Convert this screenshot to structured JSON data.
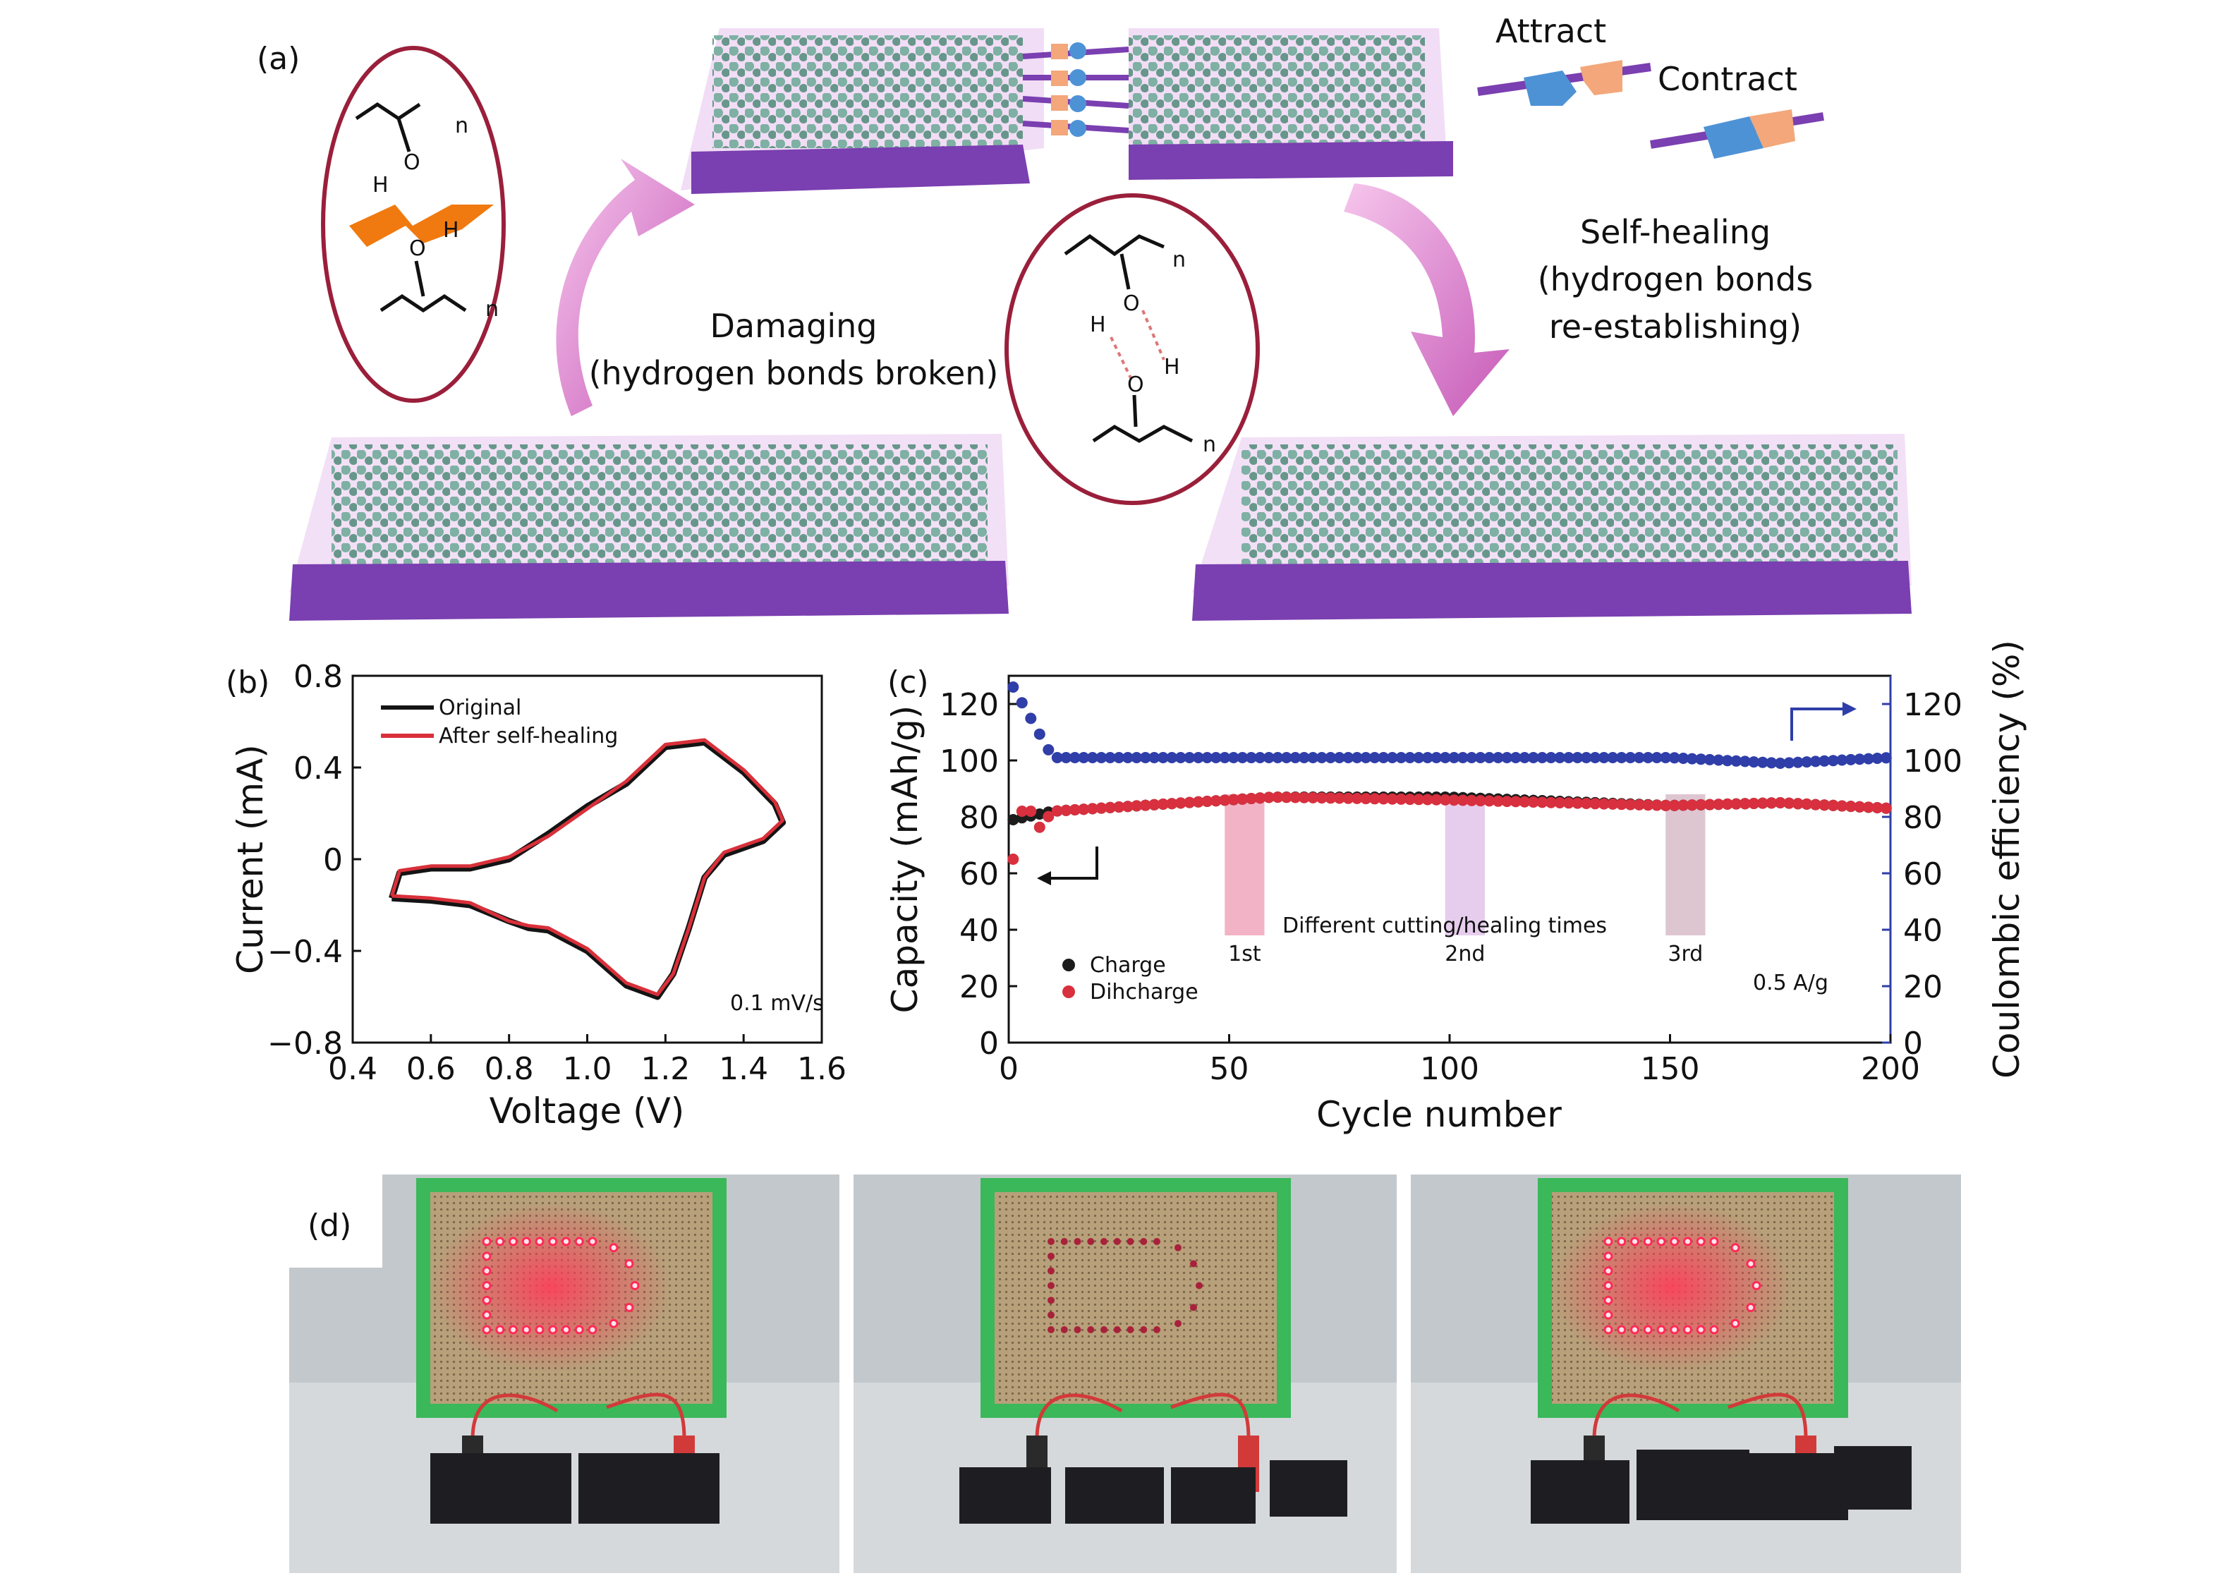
{
  "panels": {
    "a": "(a)",
    "b": "(b)",
    "c": "(c)",
    "d": "(d)"
  },
  "panel_a": {
    "attract": "Attract",
    "contract": "Contract",
    "damaging_line1": "Damaging",
    "damaging_line2": "(hydrogen bonds broken)",
    "healing_line1": "Self-healing",
    "healing_line2": "(hydrogen bonds",
    "healing_line3": "re-establishing)",
    "chem_n": "n",
    "chem_O": "O",
    "chem_H": "H"
  },
  "colors": {
    "substrate": "#7a3fb0",
    "particles": "#5f9c8a",
    "arrow_pink": "#e48ad2",
    "ellipse_border": "#9a1f3a",
    "orange_chain": "#f07a10",
    "series_original": "#141414",
    "series_healed": "#d9303a",
    "charge": "#1c1c1c",
    "discharge": "#d8303e",
    "coulombic": "#2f3ea8"
  },
  "chart_data": [
    {
      "type": "line",
      "panel": "b",
      "xlabel": "Voltage (V)",
      "ylabel": "Current (mA)",
      "xlim": [
        0.4,
        1.6
      ],
      "ylim": [
        -0.8,
        0.8
      ],
      "xticks": [
        "0.4",
        "0.6",
        "0.8",
        "1.0",
        "1.2",
        "1.4",
        "1.6"
      ],
      "yticks": [
        "0.8",
        "0.4",
        "0",
        "−0.4",
        "−0.8"
      ],
      "annotation": "0.1 mV/s",
      "series": [
        {
          "name": "Original",
          "closed": true,
          "points": [
            [
              0.5,
              -0.17
            ],
            [
              0.6,
              -0.18
            ],
            [
              0.7,
              -0.2
            ],
            [
              0.8,
              -0.27
            ],
            [
              0.85,
              -0.3
            ],
            [
              0.9,
              -0.31
            ],
            [
              1.0,
              -0.4
            ],
            [
              1.1,
              -0.55
            ],
            [
              1.18,
              -0.6
            ],
            [
              1.22,
              -0.5
            ],
            [
              1.26,
              -0.3
            ],
            [
              1.3,
              -0.08
            ],
            [
              1.35,
              0.02
            ],
            [
              1.45,
              0.08
            ],
            [
              1.5,
              0.16
            ],
            [
              1.48,
              0.24
            ],
            [
              1.4,
              0.38
            ],
            [
              1.3,
              0.51
            ],
            [
              1.2,
              0.49
            ],
            [
              1.1,
              0.33
            ],
            [
              1.0,
              0.23
            ],
            [
              0.9,
              0.11
            ],
            [
              0.8,
              0.0
            ],
            [
              0.7,
              -0.04
            ],
            [
              0.6,
              -0.04
            ],
            [
              0.52,
              -0.06
            ],
            [
              0.5,
              -0.17
            ]
          ]
        },
        {
          "name": "After self-healing",
          "closed": true,
          "points": [
            [
              0.5,
              -0.16
            ],
            [
              0.6,
              -0.17
            ],
            [
              0.7,
              -0.19
            ],
            [
              0.8,
              -0.27
            ],
            [
              0.85,
              -0.29
            ],
            [
              0.9,
              -0.3
            ],
            [
              1.0,
              -0.39
            ],
            [
              1.1,
              -0.54
            ],
            [
              1.18,
              -0.59
            ],
            [
              1.22,
              -0.5
            ],
            [
              1.26,
              -0.3
            ],
            [
              1.3,
              -0.08
            ],
            [
              1.35,
              0.03
            ],
            [
              1.45,
              0.09
            ],
            [
              1.5,
              0.17
            ],
            [
              1.48,
              0.25
            ],
            [
              1.4,
              0.39
            ],
            [
              1.3,
              0.52
            ],
            [
              1.2,
              0.5
            ],
            [
              1.1,
              0.34
            ],
            [
              1.0,
              0.22
            ],
            [
              0.9,
              0.1
            ],
            [
              0.8,
              0.01
            ],
            [
              0.7,
              -0.03
            ],
            [
              0.6,
              -0.03
            ],
            [
              0.52,
              -0.05
            ],
            [
              0.5,
              -0.16
            ]
          ]
        }
      ]
    },
    {
      "type": "scatter",
      "panel": "c",
      "xlabel": "Cycle number",
      "ylabel": "Capacity (mAh/g)",
      "y2label": "Coulombic efficiency (%)",
      "xlim": [
        0,
        200
      ],
      "ylim": [
        0,
        130
      ],
      "y2lim": [
        0,
        130
      ],
      "xticks": [
        "0",
        "50",
        "100",
        "150",
        "200"
      ],
      "yticks": [
        "0",
        "20",
        "40",
        "60",
        "80",
        "100",
        "120"
      ],
      "y2ticks": [
        "0",
        "20",
        "40",
        "60",
        "80",
        "100",
        "120"
      ],
      "legend": [
        "Charge",
        "Dihcharge"
      ],
      "center_note": "Different cutting/healing times",
      "rate_note": "0.5 A/g",
      "events": [
        {
          "label": "1st",
          "x0": 49,
          "x1": 58,
          "color": "#f0a0b8"
        },
        {
          "label": "2nd",
          "x0": 99,
          "x1": 108,
          "color": "#e0c0e8"
        },
        {
          "label": "3rd",
          "x0": 149,
          "x1": 158,
          "color": "#d6b8c6"
        }
      ],
      "series": [
        {
          "name": "Charge",
          "axis": "left",
          "values_summary": "starts ~79 at cycle 1, rises to ~87 near cycle 60, ~84 at cycle 150, ~83 at cycle 200",
          "anchors": [
            [
              1,
              79
            ],
            [
              10,
              82
            ],
            [
              30,
              84
            ],
            [
              60,
              87
            ],
            [
              100,
              87
            ],
            [
              150,
              84
            ],
            [
              175,
              85
            ],
            [
              200,
              83
            ]
          ]
        },
        {
          "name": "Dihcharge",
          "axis": "left",
          "anchors": [
            [
              1,
              65
            ],
            [
              10,
              82
            ],
            [
              30,
              84
            ],
            [
              60,
              87
            ],
            [
              100,
              86
            ],
            [
              150,
              84
            ],
            [
              175,
              85
            ],
            [
              200,
              83
            ]
          ]
        },
        {
          "name": "Coulombic efficiency",
          "axis": "right",
          "anchors": [
            [
              1,
              126
            ],
            [
              10,
              101
            ],
            [
              50,
              101
            ],
            [
              100,
              101
            ],
            [
              150,
              101
            ],
            [
              175,
              99
            ],
            [
              200,
              101
            ]
          ]
        }
      ]
    }
  ]
}
